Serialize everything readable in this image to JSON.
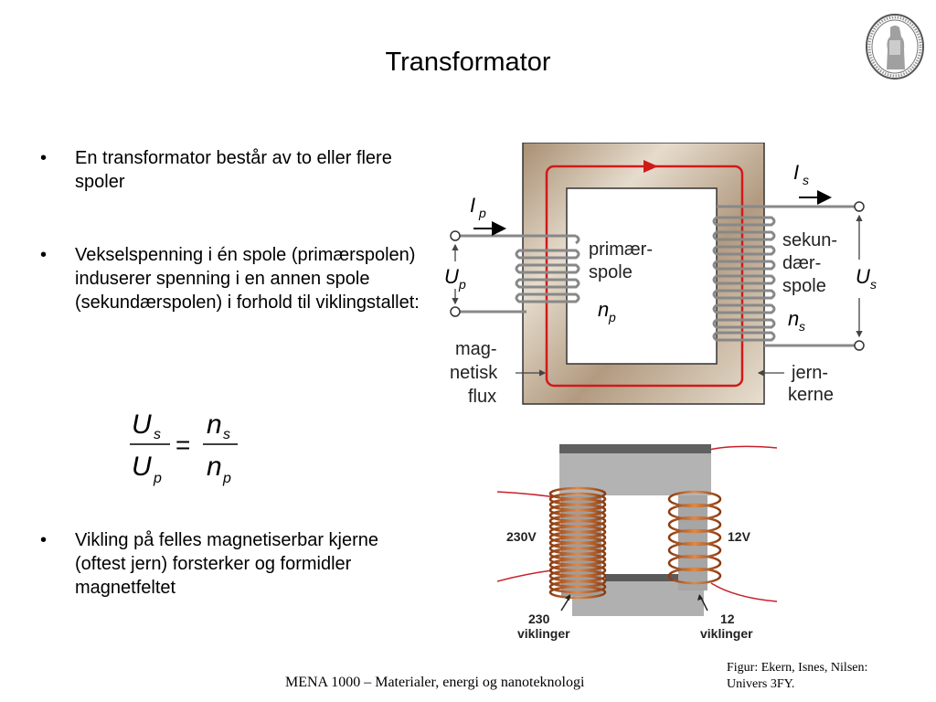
{
  "slide": {
    "title": "Transformator",
    "logo": "university-seal-icon"
  },
  "bullets": [
    {
      "marker": "•",
      "text": "En transformator består av to eller flere spoler"
    },
    {
      "marker": "•",
      "text": "Vekselspenning i én spole (primærspolen) induserer spenning i en annen spole (sekundærspolen) i forhold til viklingstallet:"
    },
    {
      "marker": "•",
      "text": "Vikling på felles magnetiserbar kjerne (oftest jern) forsterker og formidler magnetfeltet"
    }
  ],
  "formula": {
    "lhs_num": "U",
    "lhs_num_sub": "s",
    "lhs_den": "U",
    "lhs_den_sub": "p",
    "equals": "=",
    "rhs_num": "n",
    "rhs_num_sub": "s",
    "rhs_den": "n",
    "rhs_den_sub": "p"
  },
  "figure1": {
    "primary_label_1": "primær-",
    "primary_label_2": "spole",
    "secondary_label_1": "sekun-",
    "secondary_label_2": "dær-",
    "secondary_label_3": "spole",
    "flux_label_1": "mag-",
    "flux_label_2": "netisk",
    "flux_label_3": "flux",
    "core_label_1": "jern-",
    "core_label_2": "kerne",
    "Ip": "I",
    "Ip_sub": "p",
    "Up": "U",
    "Up_sub": "p",
    "np": "n",
    "np_sub": "p",
    "Is": "I",
    "Is_sub": "s",
    "Us": "U",
    "Us_sub": "s",
    "ns": "n",
    "ns_sub": "s",
    "colors": {
      "core": "#b49b80",
      "flux": "#d01a1a",
      "wire": "#888888"
    }
  },
  "figure2": {
    "left_voltage": "230V",
    "right_voltage": "12V",
    "left_turns_1": "230",
    "left_turns_2": "viklinger",
    "right_turns_1": "12",
    "right_turns_2": "viklinger",
    "colors": {
      "core": "#a9a9a9",
      "coil": "#b5531c",
      "lead": "#c8202a"
    }
  },
  "footer": {
    "course": "MENA 1000 – Materialer, energi og nanoteknologi",
    "credit_1": "Figur: Ekern, Isnes, Nilsen:",
    "credit_2": "Univers 3FY."
  }
}
